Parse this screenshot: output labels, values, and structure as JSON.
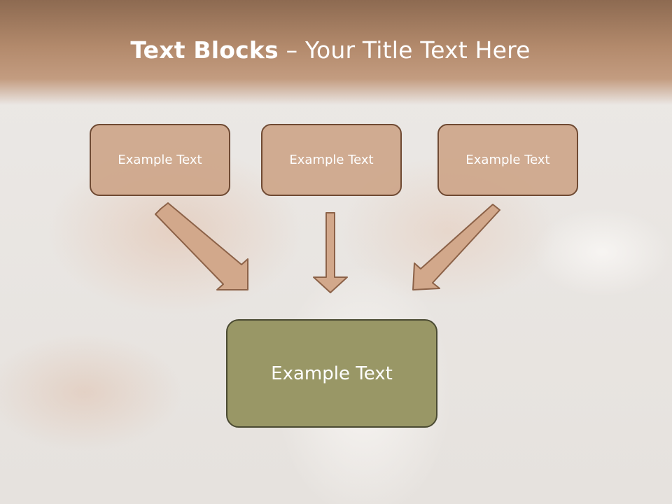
{
  "slide": {
    "title_bold": "Text Blocks",
    "title_dash": " – ",
    "title_rest": "Your Title Text Here",
    "blocks": [
      {
        "label": "Example Text"
      },
      {
        "label": "Example Text"
      },
      {
        "label": "Example Text"
      }
    ],
    "center_block": {
      "label": "Example Text"
    }
  },
  "colors": {
    "header": "#a57d60",
    "block_fill": "#cda487",
    "block_border": "#6f4a33",
    "center_fill": "#999766",
    "arrow_fill": "#d2a88b",
    "arrow_stroke": "#8c6248"
  }
}
